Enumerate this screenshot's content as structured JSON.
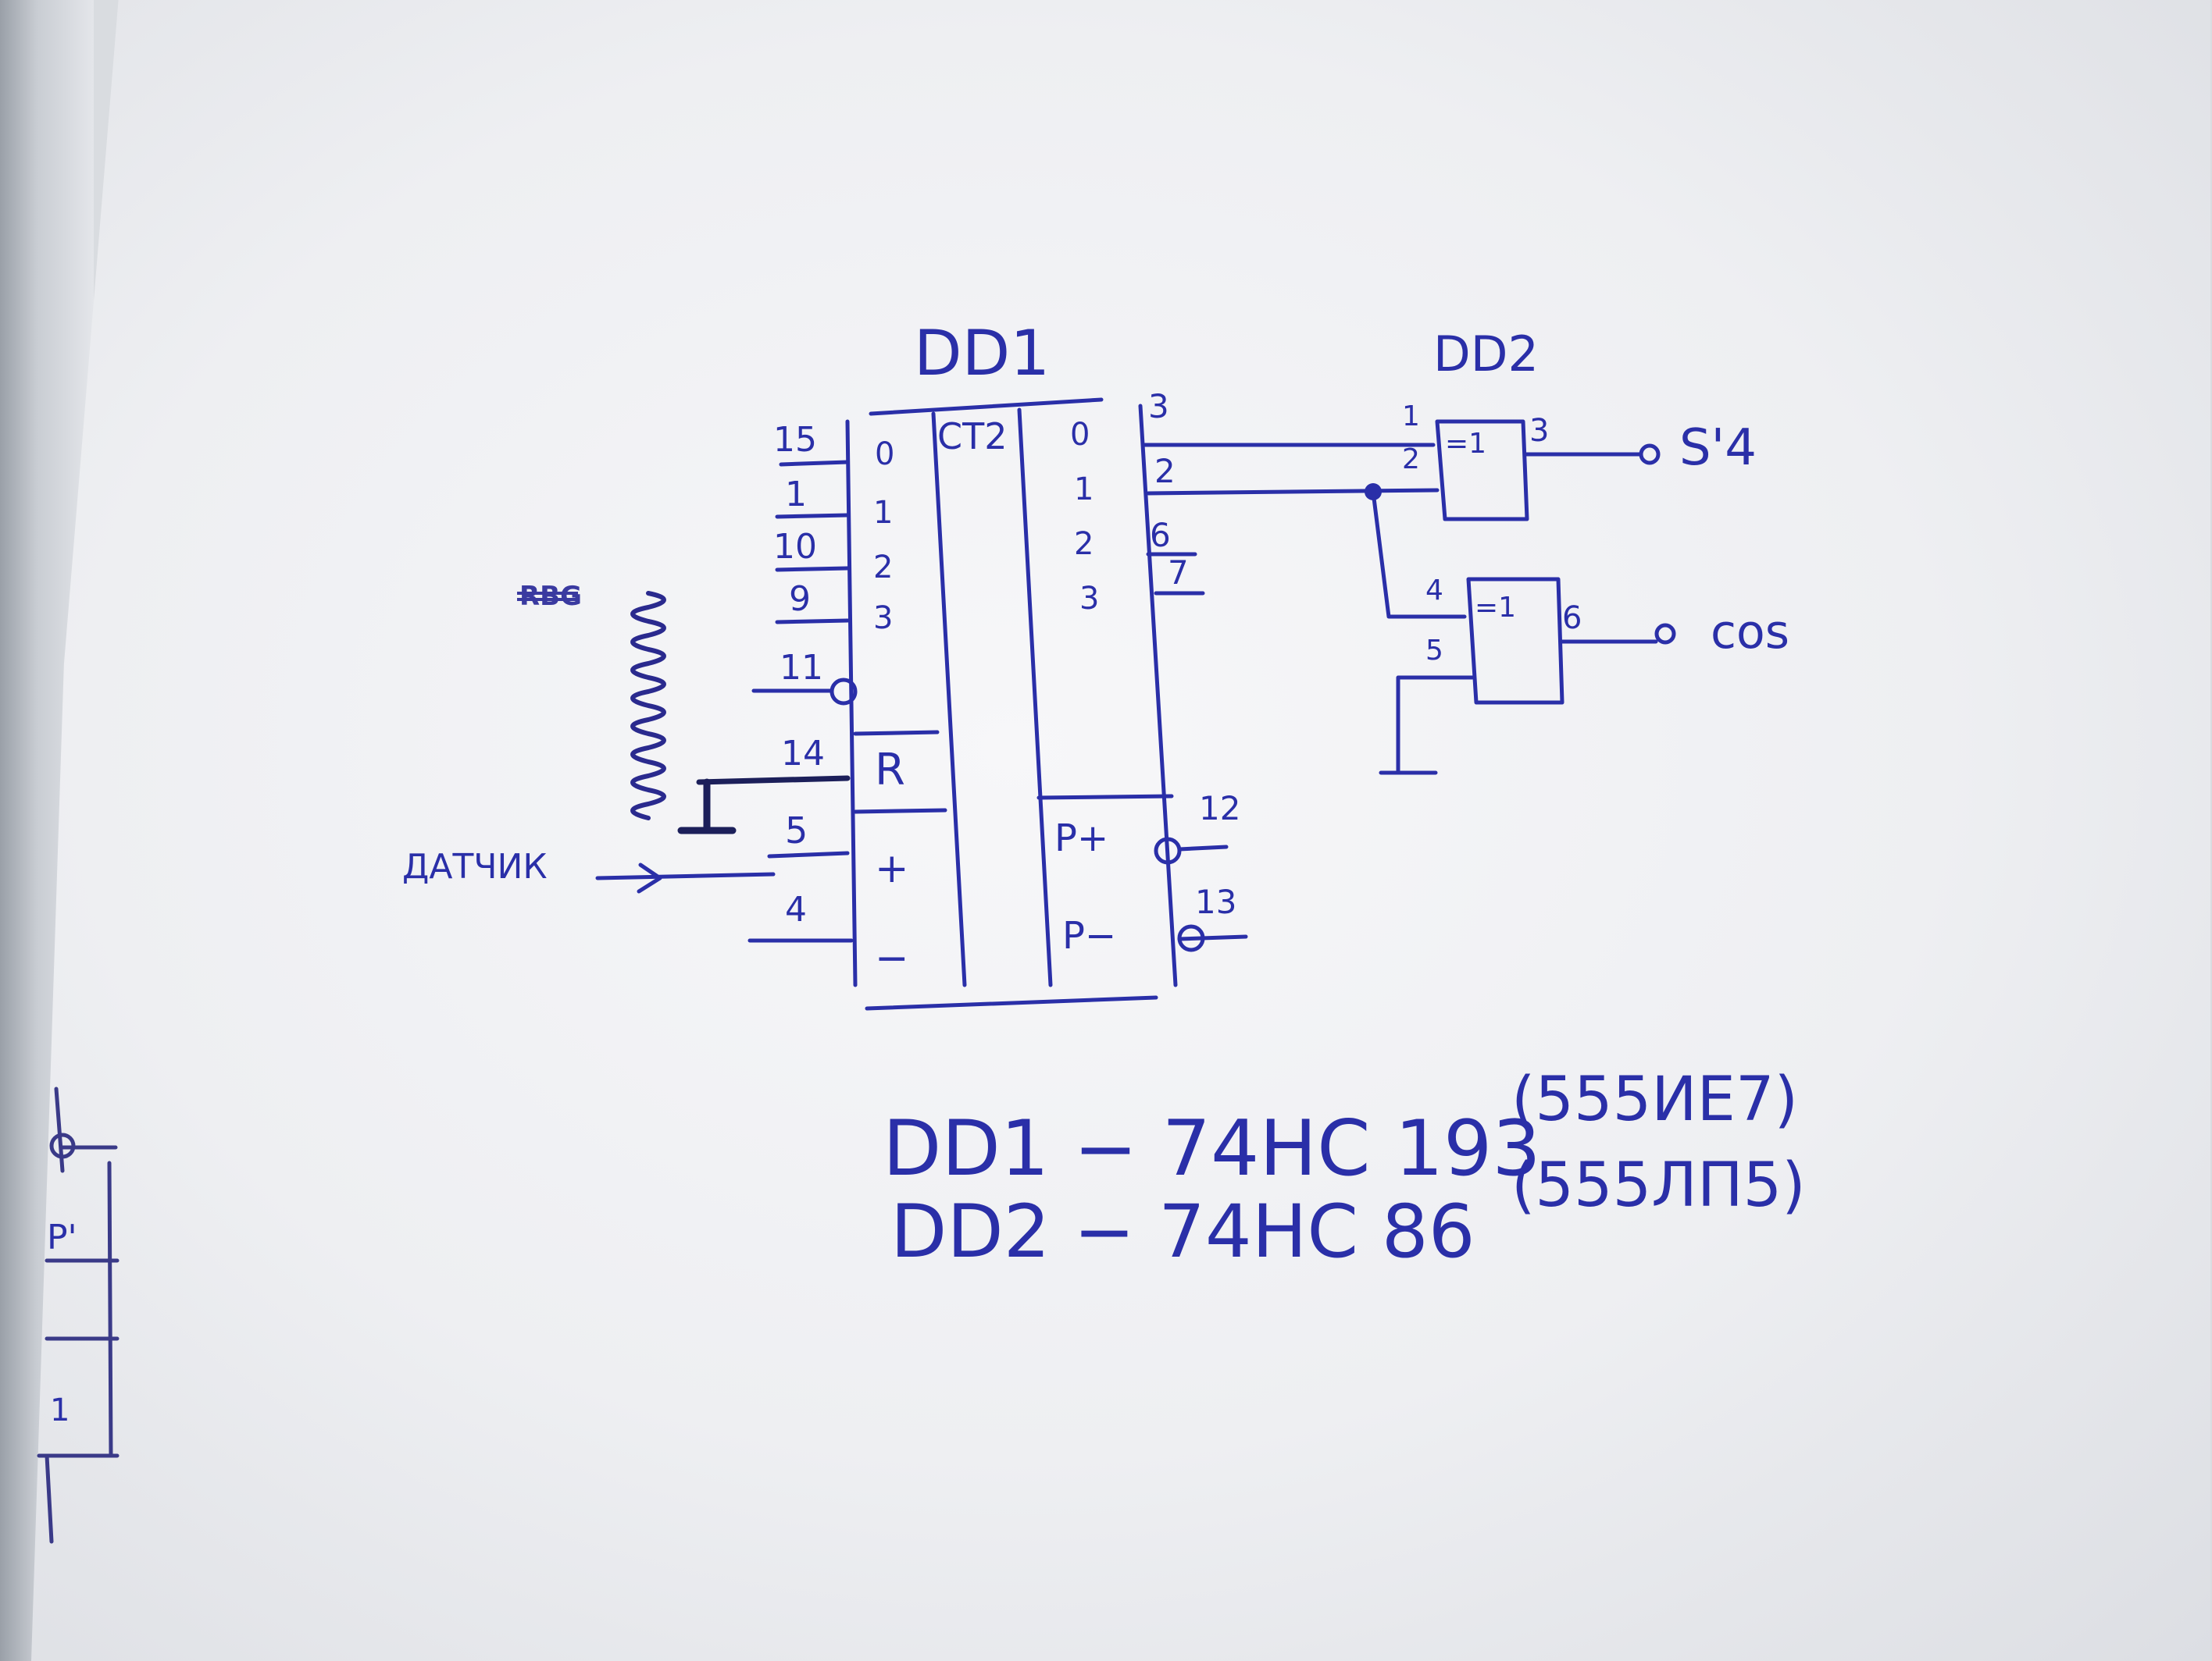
{
  "dd1": {
    "title": "DD1",
    "function": "CT2",
    "left_pins": [
      {
        "pin": "15",
        "label": "0"
      },
      {
        "pin": "1",
        "label": "1"
      },
      {
        "pin": "10",
        "label": "2"
      },
      {
        "pin": "9",
        "label": "3"
      },
      {
        "pin": "11",
        "label": ""
      },
      {
        "pin": "14",
        "label": "R"
      },
      {
        "pin": "5",
        "label": "+"
      },
      {
        "pin": "4",
        "label": "−"
      }
    ],
    "right_pins": [
      {
        "pin": "3",
        "label": "0"
      },
      {
        "pin": "2",
        "label": "1"
      },
      {
        "pin": "6",
        "label": "2"
      },
      {
        "pin": "7",
        "label": "3"
      },
      {
        "pin": "12",
        "label": "P+"
      },
      {
        "pin": "13",
        "label": "P−"
      }
    ]
  },
  "dd2": {
    "title": "DD2",
    "gate_top": {
      "symbol": "=1",
      "in1": "1",
      "in2": "2",
      "out": "3",
      "output_label": "S'4"
    },
    "gate_bottom": {
      "symbol": "=1",
      "in1": "4",
      "in2": "5",
      "out": "6",
      "output_label": "cos"
    }
  },
  "input_label": "ДАТЧИК",
  "scribble_text": "RBG",
  "parts_list": [
    {
      "ref": "DD1 − 74HC 193",
      "alt": "(555ИЕ7)"
    },
    {
      "ref": "DD2 − 74HC 86",
      "alt": "(555ЛП5)"
    }
  ],
  "left_fragment": {
    "labels": [
      "P'",
      "1"
    ]
  },
  "colors": {
    "ink": "#2a2fa8",
    "paper": "#f2f2f4"
  }
}
